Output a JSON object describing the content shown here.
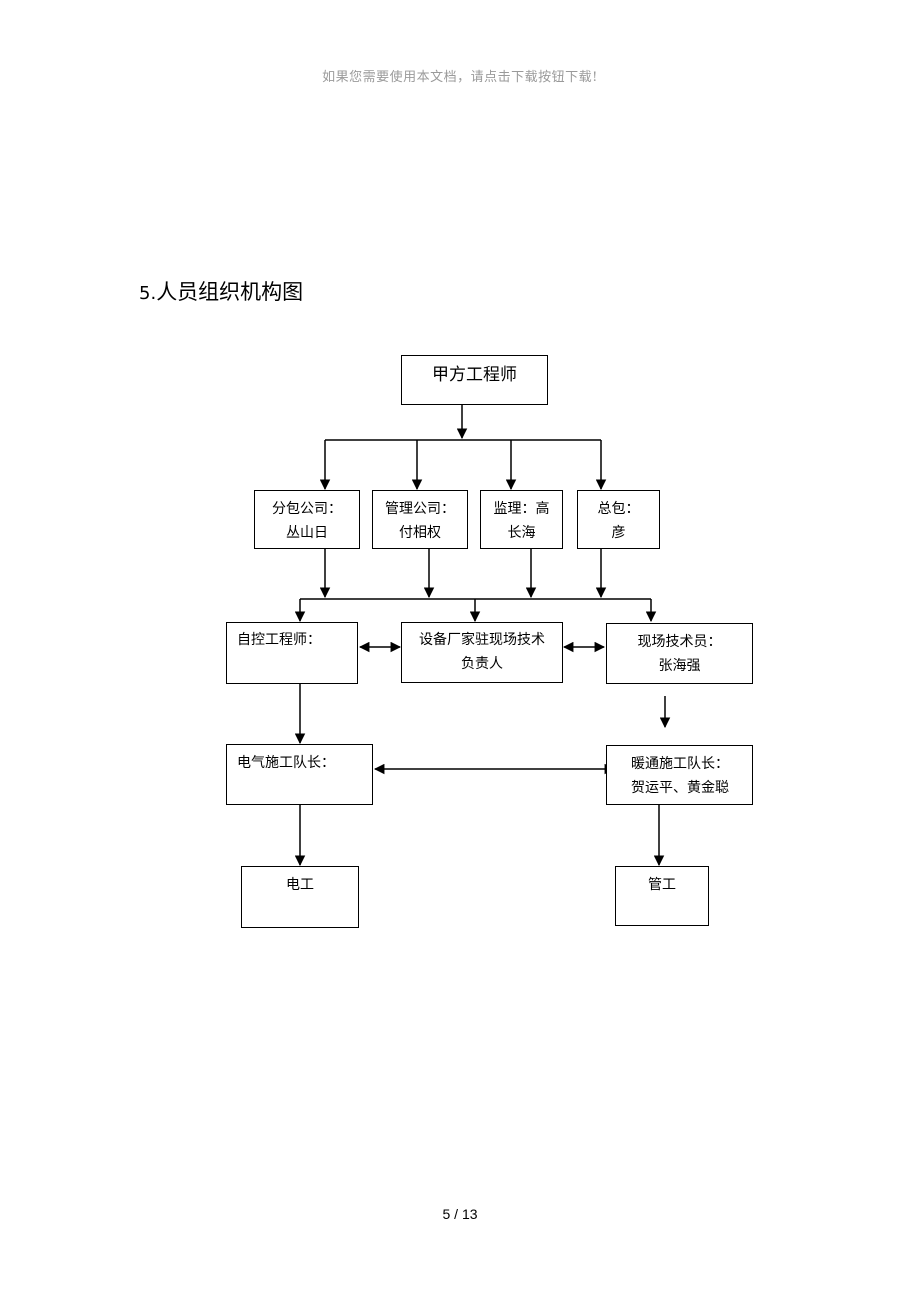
{
  "watermark": "如果您需要使用本文档，请点击下载按钮下载!",
  "heading": {
    "number": "5.",
    "title": "人员组织机构图"
  },
  "org_chart": {
    "owner_engineer": "甲方工程师",
    "subcontractor": {
      "line1": "分包公司：",
      "line2": "丛山日"
    },
    "management_company": {
      "line1": "管理公司：",
      "line2": "付相权"
    },
    "supervision": {
      "line1": "监理：高",
      "line2": "长海"
    },
    "general_contractor": {
      "line1": "总包：",
      "line2": "彦"
    },
    "control_engineer": {
      "line1": "自控工程师："
    },
    "vendor_rep": {
      "line1": "设备厂家驻现场技术",
      "line2": "负责人"
    },
    "site_technician": {
      "line1": "现场技术员：",
      "line2": "张海强"
    },
    "electrical_captain": {
      "line1": "电气施工队长："
    },
    "hvac_captain": {
      "line1": "暖通施工队长：",
      "line2": "贺运平、黄金聪"
    },
    "electrician": "电工",
    "pipefitter": "管工"
  },
  "footer": {
    "page": "5 / 13"
  }
}
